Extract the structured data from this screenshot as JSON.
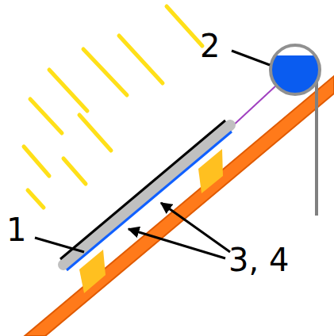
{
  "diagram": {
    "labels": [
      "1",
      "2",
      "3, 4"
    ]
  }
}
